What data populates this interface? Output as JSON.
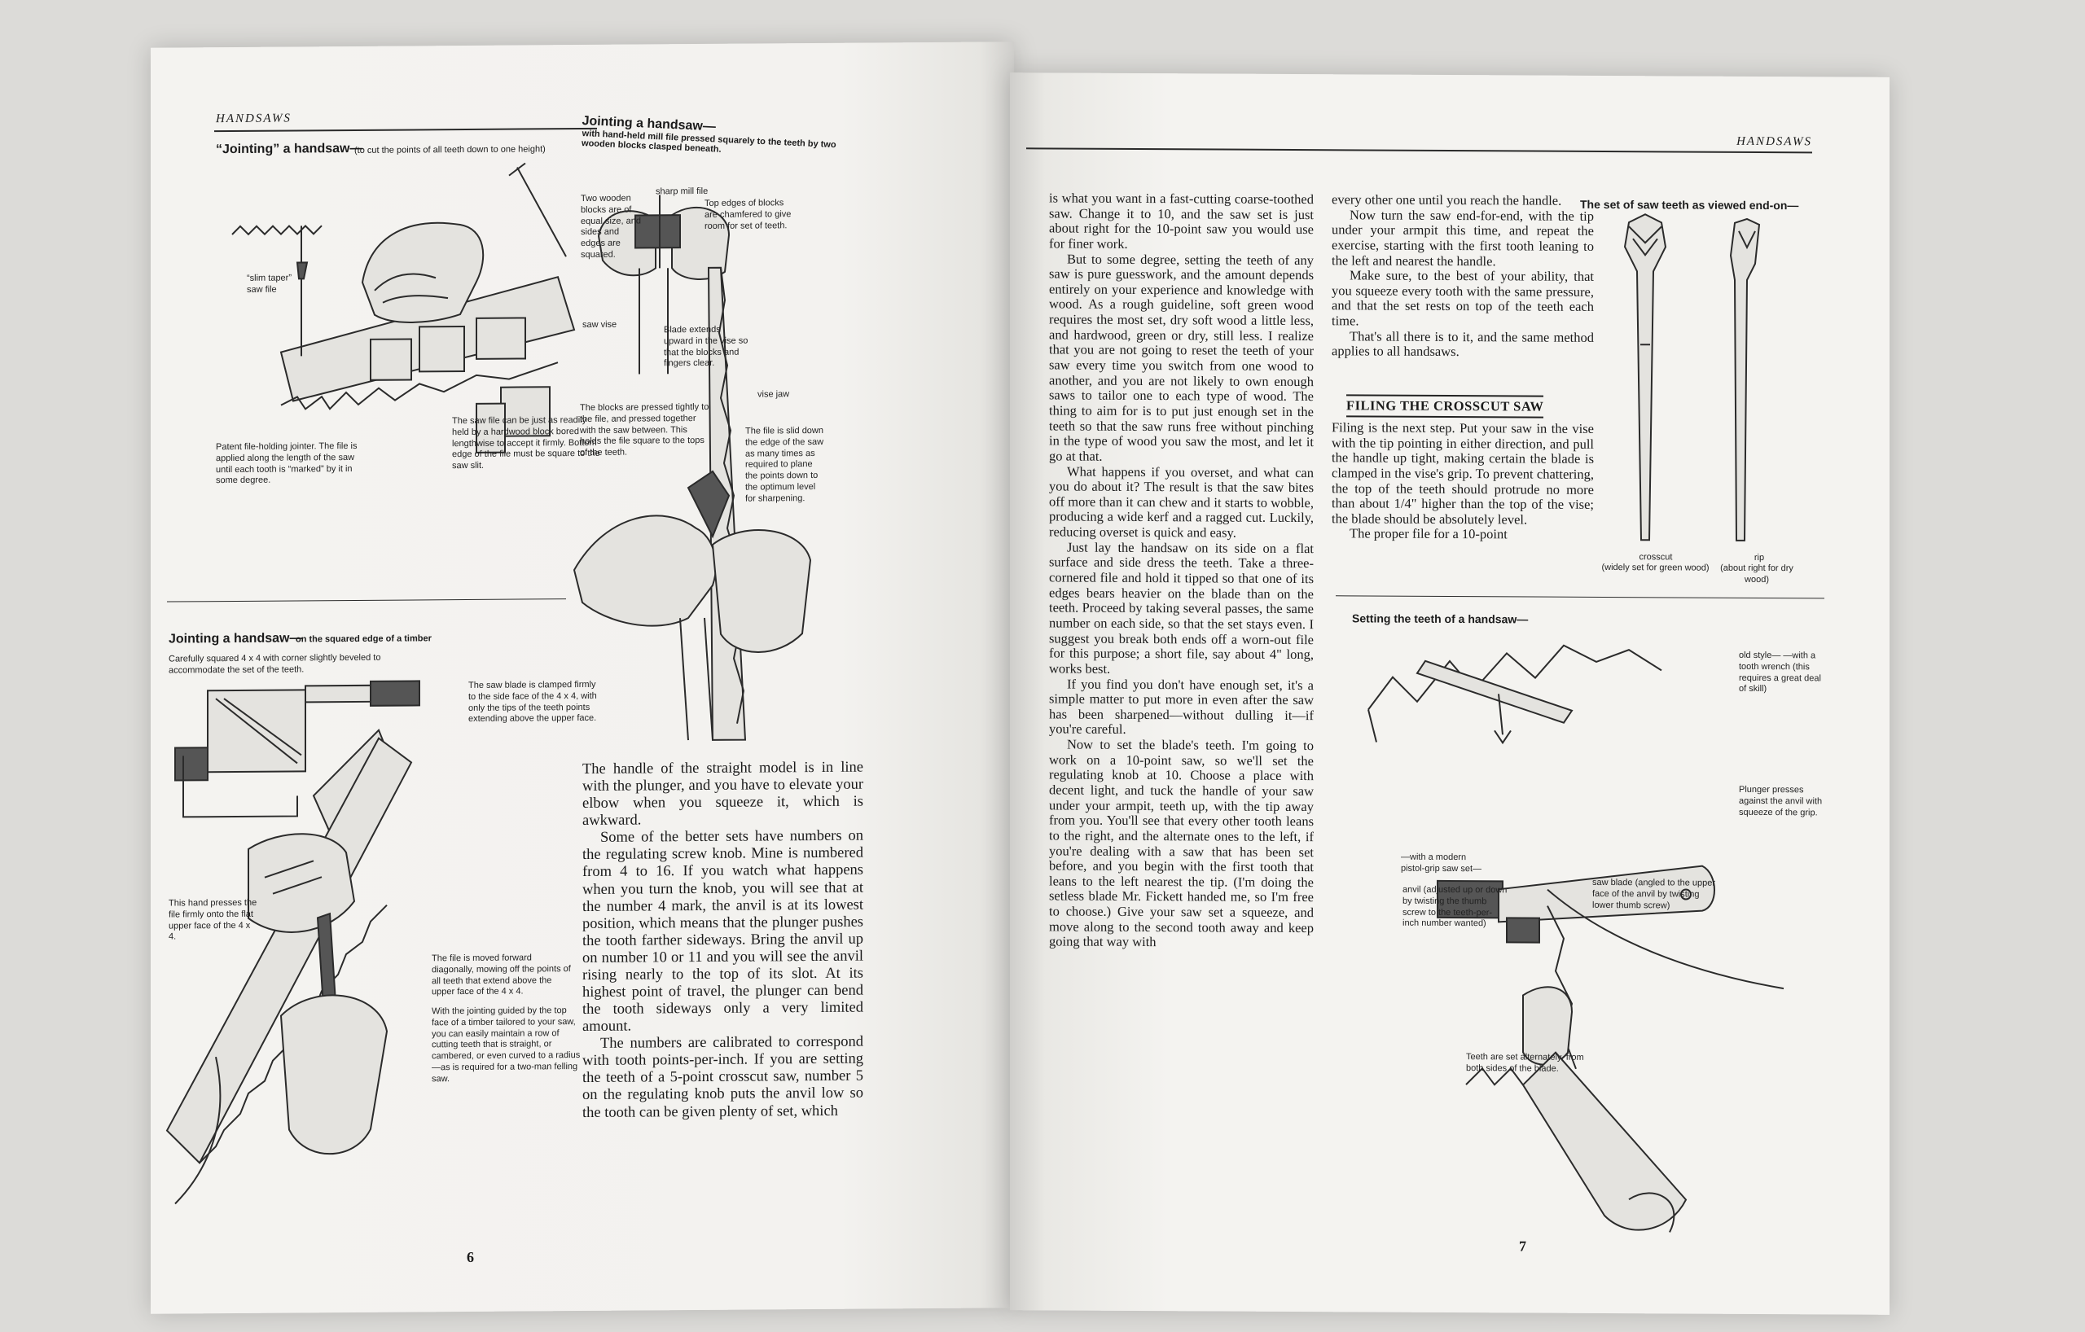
{
  "left_page": {
    "running_head": "HANDSAWS",
    "page_number": "6",
    "fig1": {
      "title": "“Jointing” a handsaw—",
      "subtitle": "(to cut the points of all teeth down to one height)",
      "label_file": "“slim taper” saw file",
      "label_jointer": "Patent file-holding jointer. The file is applied along the length of the saw until each tooth is “marked” by it in some degree.",
      "label_block": "The saw file can be just as readily held by a hardwood block bored lengthwise to accept it firmly. Bottom edge of the file must be square to the saw slit."
    },
    "fig2": {
      "title": "Jointing a handsaw—",
      "subtitle": "with hand-held mill file pressed squarely to the teeth by two wooden blocks clasped beneath.",
      "label_blocks": "Two wooden blocks are of equal size, and sides and edges are squared.",
      "label_millfile": "sharp mill file",
      "label_edges": "Top edges of blocks are chamfered to give room for set of teeth.",
      "label_vise": "saw vise",
      "label_blade": "Blade extends upward in the vise so that the blocks and fingers clear.",
      "label_vise_jaw": "vise jaw",
      "label_pressed": "The blocks are pressed tightly to the file, and pressed together with the saw between. This holds the file square to the tops of the teeth.",
      "label_slid": "The file is slid down the edge of the saw as many times as required to plane the points down to the optimum level for sharpening."
    },
    "fig3": {
      "title": "Jointing a handsaw—",
      "subtitle": "on the squared edge of a timber",
      "label_squared": "Carefully squared 4 x 4 with corner slightly beveled to accommodate the set of the teeth.",
      "label_clamped": "The saw blade is clamped firmly to the side face of the 4 x 4, with only the tips of the teeth points extending above the upper face.",
      "label_hand": "This hand presses the file firmly onto the flat upper face of the 4 x 4.",
      "label_moved": "The file is moved forward diagonally, mowing off the points of all teeth that extend above the upper face of the 4 x 4.",
      "label_guided": "With the jointing guided by the top face of a timber tailored to your saw, you can easily maintain a row of cutting teeth that is straight, or cambered, or even curved to a radius—as is required for a two-man felling saw."
    },
    "column": [
      "The handle of the straight model is in line with the plunger, and you have to elevate your elbow when you squeeze it, which is awkward.",
      "Some of the better sets have numbers on the regulating screw knob. Mine is numbered from 4 to 16. If you watch what happens when you turn the knob, you will see that at the number 4 mark, the anvil is at its lowest position, which means that the plunger pushes the tooth farther sideways. Bring the anvil up on number 10 or 11 and you will see the anvil rising nearly to the top of its slot. At its highest point of travel, the plunger can bend the tooth sideways only a very limited amount.",
      "The numbers are calibrated to correspond with tooth points-per-inch. If you are setting the teeth of a 5-point crosscut saw, number 5 on the regulating knob puts the anvil low so the tooth can be given plenty of set, which"
    ]
  },
  "right_page": {
    "running_head": "HANDSAWS",
    "page_number": "7",
    "col1": [
      "is what you want in a fast-cutting coarse-toothed saw. Change it to 10, and the saw set is just about right for the 10-point saw you would use for finer work.",
      "But to some degree, setting the teeth of any saw is pure guesswork, and the amount depends entirely on your experience and knowledge with wood. As a rough guideline, soft green wood requires the most set, dry soft wood a little less, and hardwood, green or dry, still less. I realize that you are not going to reset the teeth of your saw every time you switch from one wood to another, and you are not likely to own enough saws to tailor one to each type of wood. The thing to aim for is to put just enough set in the teeth so that the saw runs free without pinching in the type of wood you saw the most, and let it go at that.",
      "What happens if you overset, and what can you do about it? The result is that the saw bites off more than it can chew and it starts to wobble, producing a wide kerf and a ragged cut. Luckily, reducing overset is quick and easy.",
      "Just lay the handsaw on its side on a flat surface and side dress the teeth. Take a three-cornered file and hold it tipped so that one of its edges bears heavier on the blade than on the teeth. Proceed by taking several passes, the same number on each side, so that the set stays even. I suggest you break both ends off a worn-out file for this purpose; a short file, say about 4\" long, works best.",
      "If you find you don't have enough set, it's a simple matter to put more in even after the saw has been sharpened—without dulling it—if you're careful.",
      "Now to set the blade's teeth. I'm going to work on a 10-point saw, so we'll set the regulating knob at 10. Choose a place with decent light, and tuck the handle of your saw under your armpit, teeth up, with the tip away from you. You'll see that every other tooth leans to the right, and the alternate ones to the left, if you're dealing with a saw that has been set before, and you begin with the first tooth that leans to the left nearest the tip. (I'm doing the setless blade Mr. Fickett handed me, so I'm free to choose.) Give your saw set a squeeze, and move along to the second tooth away and keep going that way with"
    ],
    "col2": [
      "every other one until you reach the handle.",
      "Now turn the saw end-for-end, with the tip under your armpit this time, and repeat the exercise, starting with the first tooth leaning to the left and nearest the handle.",
      "Make sure, to the best of your ability, that you squeeze every tooth with the same pressure, and that the set rests on top of the teeth each time.",
      "That's all there is to it, and the same method applies to all handsaws."
    ],
    "section_head": "FILING THE CROSSCUT SAW",
    "col2b": [
      "Filing is the next step. Put your saw in the vise with the tip pointing in either direction, and pull the handle up tight, making certain the blade is clamped in the vise's grip. To prevent chattering, the top of the teeth should protrude no more than about 1/4\" higher than the top of the vise; the blade should be absolutely level.",
      "The proper file for a 10-point"
    ],
    "fig_set": {
      "title": "The set of saw teeth as viewed end-on—",
      "label_crosscut": "crosscut",
      "label_crosscut_sub": "(widely set for green wood)",
      "label_rip": "rip",
      "label_rip_sub": "(about right for dry wood)"
    },
    "fig_setting": {
      "title": "Setting the teeth of a handsaw—",
      "label_oldstyle": "old style— —with a tooth wrench (this requires a great deal of skill)",
      "label_plunger": "Plunger presses against the anvil with squeeze of the grip.",
      "label_modern": "—with a modern pistol-grip saw set—",
      "label_anvil": "anvil (adjusted up or down by twisting the thumb screw to the teeth-per-inch number wanted)",
      "label_sawblade": "saw blade (angled to the upper face of the anvil by twisting lower thumb screw)",
      "label_alternate": "Teeth are set alternately, from both sides of the blade."
    }
  }
}
